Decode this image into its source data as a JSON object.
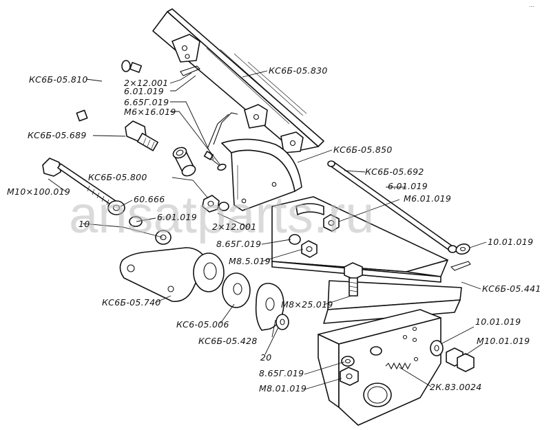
{
  "watermark": "ansatparts.ru",
  "corner_mark": "…",
  "labels": {
    "kc6b_05_830": "КС6Б-05.830",
    "kc6b_05_810": "КС6Б-05.810",
    "l_2x12_001_top": "2×12.001",
    "l_6_01_019_top": "6.01.019",
    "l_6_65g_019_top": "6.65Г.019",
    "l_m6x16_019": "М6×16.019",
    "kc6b_05_689": "КС6Б-05.689",
    "kc6b_05_850": "КС6Б-05.850",
    "kc6b_05_692": "КС6Б-05.692",
    "l_6_01_019_right": "6.01.019",
    "l_m6_01_019": "М6.01.019",
    "kc6b_05_800": "КС6Б-05.800",
    "l_m10x100_019": "М10×100.019",
    "l_60_666": "60.666",
    "l_10": "10",
    "l_6_01_019_mid": "6.01.019",
    "l_2x12_001_mid": "2×12.001",
    "l_8_65g_019_mid": "8.65Г.019",
    "l_10_01_019_right": "10.01.019",
    "l_m8_5_019": "М8.5.019",
    "kc6b_05_441": "КС6Б-05.441",
    "kc6b_05_740": "КС6Б-05.740",
    "l_m8x25_019": "М8×25.019",
    "kc6_05_006": "КС6-05.006",
    "l_10_01_019_lower": "10.01.019",
    "kc6b_05_428": "КС6Б-05.428",
    "l_m10_01_019": "М10.01.019",
    "l_20": "20",
    "l_8_65g_019_low": "8.65Г.019",
    "l_m8_01_019": "М8.01.019",
    "l_2k_83_0024": "2К.83.0024"
  }
}
